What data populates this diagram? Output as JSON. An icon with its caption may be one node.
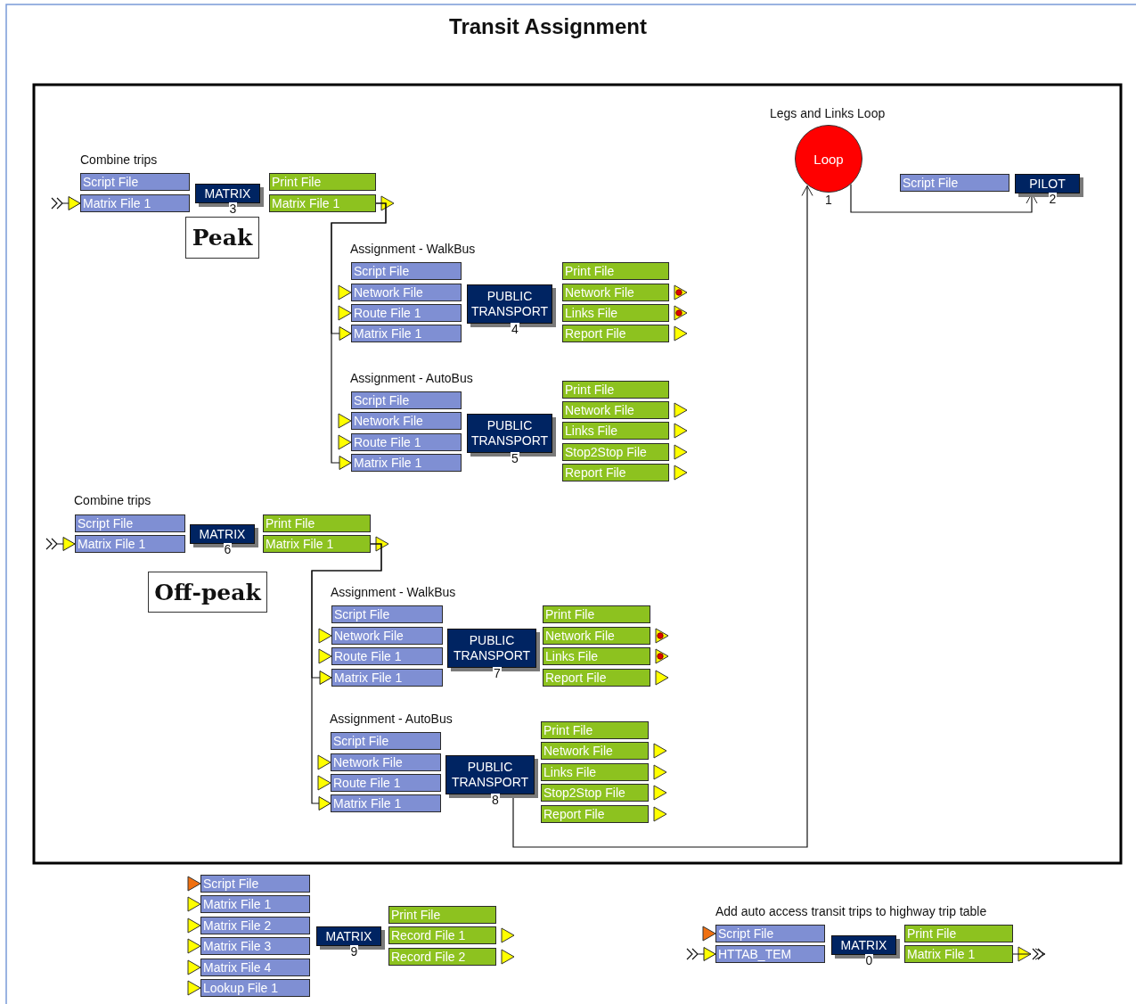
{
  "diagram": {
    "title": "Transit Assignment",
    "nodes": [
      {
        "text": [
          "Script File"
        ]
      },
      {
        "text": [
          "Matrix File 1"
        ]
      },
      {
        "text": [
          "MATRIX"
        ],
        "beside": [
          "3"
        ]
      },
      {
        "text": [
          "Print File"
        ]
      },
      {
        "text": [
          "Matrix File 1"
        ]
      },
      {
        "text": [
          "Peak"
        ]
      },
      {
        "text": [
          "Loop"
        ],
        "beside": [
          "Legs and Links Loop",
          "1"
        ]
      },
      {
        "text": [
          "Script File"
        ]
      },
      {
        "text": [
          "PILOT"
        ],
        "beside": [
          "2"
        ]
      },
      {
        "text": [
          "Script File"
        ]
      },
      {
        "text": [
          "Network File"
        ]
      },
      {
        "text": [
          "Route File 1"
        ]
      },
      {
        "text": [
          "Matrix File 1"
        ]
      },
      {
        "text": [
          "PUBLIC TRANSPORT"
        ],
        "beside": [
          "4"
        ]
      },
      {
        "text": [
          "Print File"
        ]
      },
      {
        "text": [
          "Network File"
        ]
      },
      {
        "text": [
          "Links File"
        ]
      },
      {
        "text": [
          "Report File"
        ]
      },
      {
        "text": [
          "Script File"
        ]
      },
      {
        "text": [
          "Network File"
        ]
      },
      {
        "text": [
          "Route File 1"
        ]
      },
      {
        "text": [
          "Matrix File 1"
        ]
      },
      {
        "text": [
          "PUBLIC TRANSPORT"
        ],
        "beside": [
          "5"
        ]
      },
      {
        "text": [
          "Print File"
        ]
      },
      {
        "text": [
          "Network File"
        ]
      },
      {
        "text": [
          "Links File"
        ]
      },
      {
        "text": [
          "Stop2Stop File"
        ]
      },
      {
        "text": [
          "Report File"
        ]
      },
      {
        "text": [
          "Script File"
        ]
      },
      {
        "text": [
          "Matrix File 1"
        ]
      },
      {
        "text": [
          "MATRIX"
        ],
        "beside": [
          "6"
        ]
      },
      {
        "text": [
          "Print File"
        ]
      },
      {
        "text": [
          "Matrix File 1"
        ]
      },
      {
        "text": [
          "Off-peak"
        ]
      },
      {
        "text": [
          "Script File"
        ]
      },
      {
        "text": [
          "Network File"
        ]
      },
      {
        "text": [
          "Route File 1"
        ]
      },
      {
        "text": [
          "Matrix File 1"
        ]
      },
      {
        "text": [
          "PUBLIC TRANSPORT"
        ],
        "beside": [
          "7"
        ]
      },
      {
        "text": [
          "Print File"
        ]
      },
      {
        "text": [
          "Network File"
        ]
      },
      {
        "text": [
          "Links File"
        ]
      },
      {
        "text": [
          "Report File"
        ]
      },
      {
        "text": [
          "Script File"
        ]
      },
      {
        "text": [
          "Network File"
        ]
      },
      {
        "text": [
          "Route File 1"
        ]
      },
      {
        "text": [
          "Matrix File 1"
        ]
      },
      {
        "text": [
          "PUBLIC TRANSPORT"
        ],
        "beside": [
          "8"
        ]
      },
      {
        "text": [
          "Print File"
        ]
      },
      {
        "text": [
          "Network File"
        ]
      },
      {
        "text": [
          "Links File"
        ]
      },
      {
        "text": [
          "Stop2Stop File"
        ]
      },
      {
        "text": [
          "Report File"
        ]
      },
      {
        "text": [
          "Script File"
        ]
      },
      {
        "text": [
          "Matrix File 1"
        ]
      },
      {
        "text": [
          "Matrix File 2"
        ]
      },
      {
        "text": [
          "Matrix File 3"
        ]
      },
      {
        "text": [
          "Matrix File 4"
        ]
      },
      {
        "text": [
          "Lookup File 1"
        ]
      },
      {
        "text": [
          "MATRIX"
        ],
        "beside": [
          "9"
        ]
      },
      {
        "text": [
          "Print File"
        ]
      },
      {
        "text": [
          "Record File 1"
        ]
      },
      {
        "text": [
          "Record File 2"
        ]
      },
      {
        "text": [
          "Script File"
        ]
      },
      {
        "text": [
          "HTTAB_TEM"
        ]
      },
      {
        "text": [
          "MATRIX"
        ],
        "beside": [
          "0"
        ]
      },
      {
        "text": [
          "Print File"
        ]
      },
      {
        "text": [
          "Matrix File 1"
        ]
      }
    ],
    "edges": [
      {
        "from": null,
        "to": 1,
        "arrow": "to"
      },
      {
        "from": 4,
        "to": 12,
        "arrow": "to"
      },
      {
        "from": 4,
        "to": 21,
        "arrow": "to"
      },
      {
        "from": null,
        "to": 29,
        "arrow": "to"
      },
      {
        "from": 32,
        "to": 37,
        "arrow": "to"
      },
      {
        "from": 32,
        "to": 46,
        "arrow": "to"
      },
      {
        "from": 47,
        "to": 6,
        "arrow": "to"
      },
      {
        "from": 6,
        "to": 8,
        "arrow": "to"
      },
      {
        "from": null,
        "to": 64,
        "arrow": "to"
      },
      {
        "from": 67,
        "to": null,
        "arrow": "to"
      }
    ],
    "labels": [
      "Combine trips",
      "Assignment - WalkBus",
      "Assignment - AutoBus",
      "Combine trips",
      "Assignment - WalkBus",
      "Assignment - AutoBus",
      "Add auto access transit trips to highway trip table"
    ]
  }
}
